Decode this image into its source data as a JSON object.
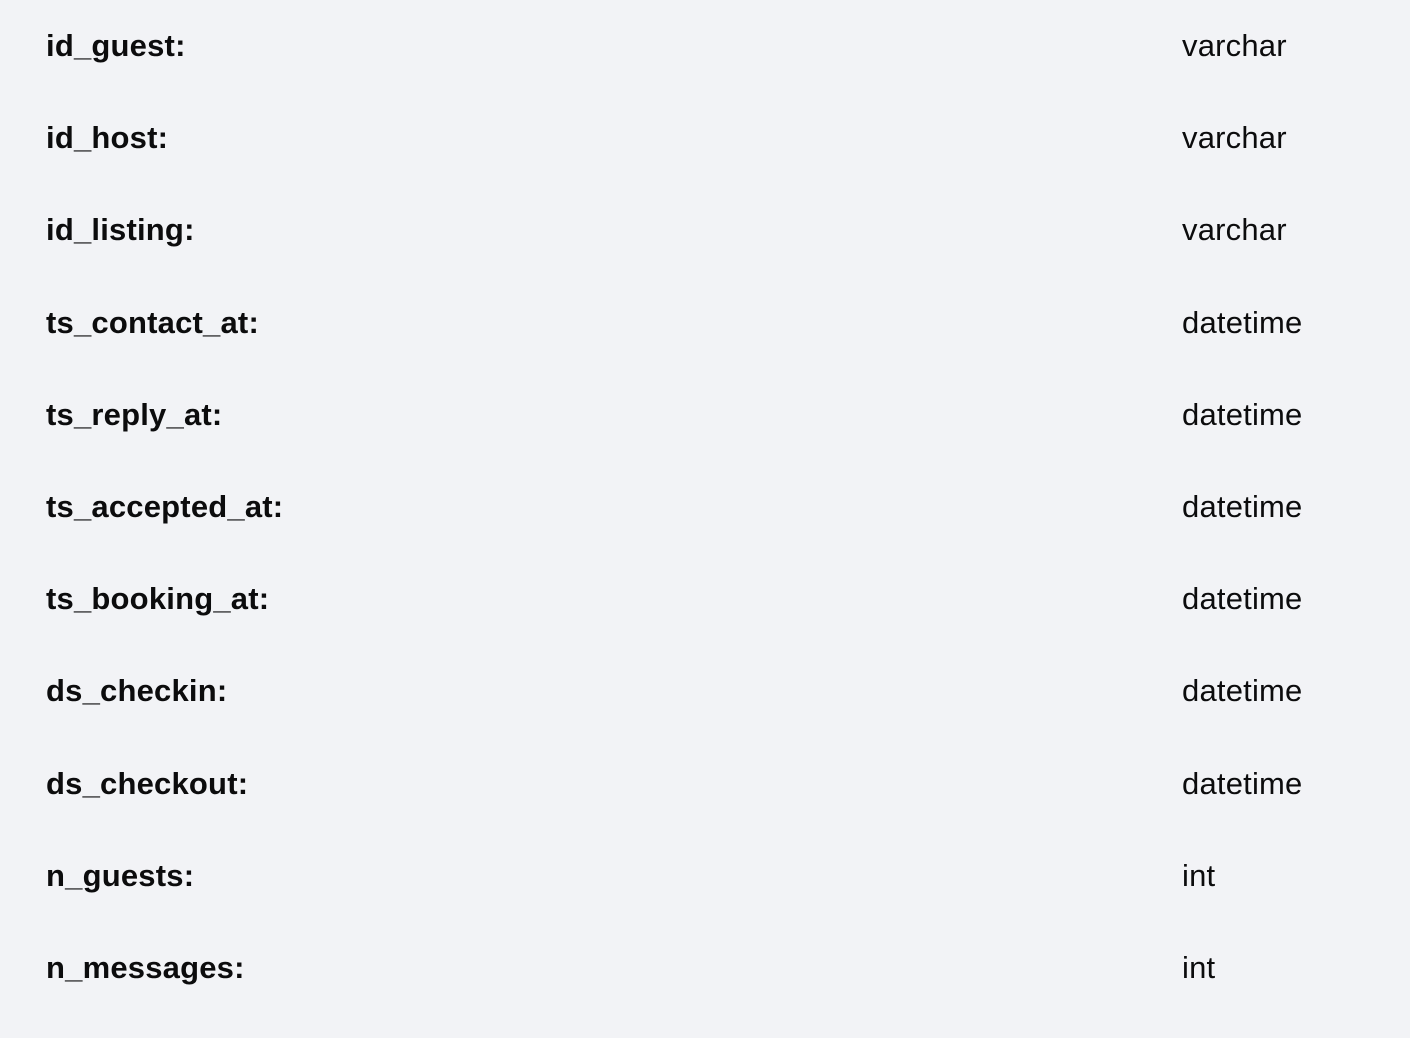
{
  "page": {
    "background_color": "#f2f3f6",
    "text_color": "#0c0c0d"
  },
  "schema": {
    "fields": [
      {
        "name_label": "id_guest:",
        "type": "varchar"
      },
      {
        "name_label": "id_host:",
        "type": "varchar"
      },
      {
        "name_label": "id_listing:",
        "type": "varchar"
      },
      {
        "name_label": "ts_contact_at:",
        "type": "datetime"
      },
      {
        "name_label": "ts_reply_at:",
        "type": "datetime"
      },
      {
        "name_label": "ts_accepted_at:",
        "type": "datetime"
      },
      {
        "name_label": "ts_booking_at:",
        "type": "datetime"
      },
      {
        "name_label": "ds_checkin:",
        "type": "datetime"
      },
      {
        "name_label": "ds_checkout:",
        "type": "datetime"
      },
      {
        "name_label": "n_guests:",
        "type": "int"
      },
      {
        "name_label": "n_messages:",
        "type": "int"
      }
    ]
  }
}
